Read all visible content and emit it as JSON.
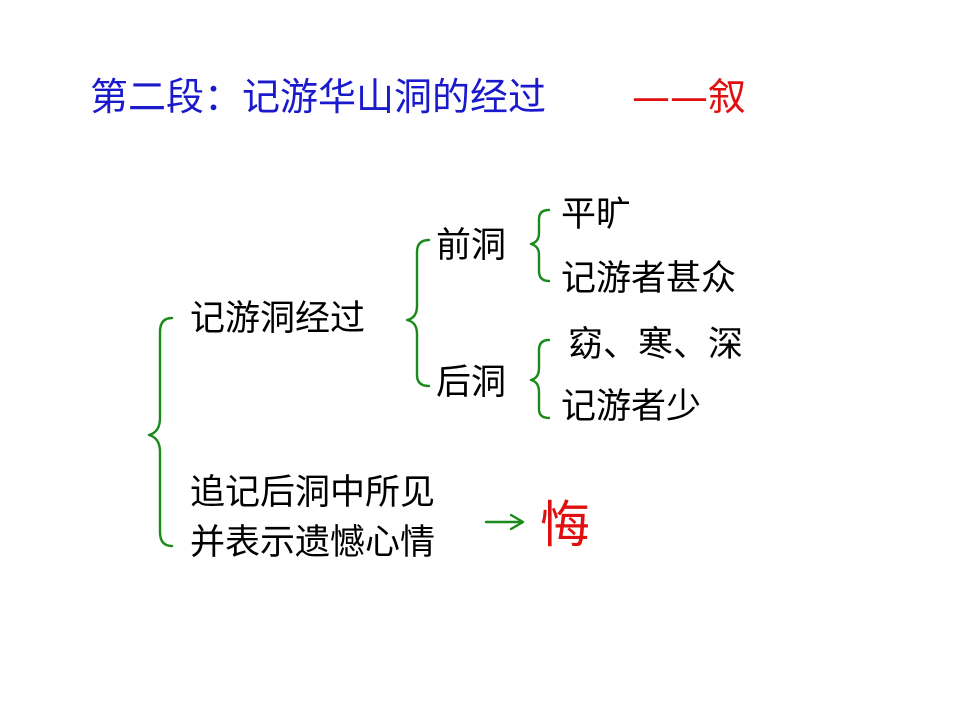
{
  "title": {
    "main": "第二段：记游华山洞的经过",
    "tag": "——叙"
  },
  "tree": {
    "branch1": {
      "label": "记游洞经过",
      "front": {
        "label": "前洞",
        "items": [
          "平旷",
          "记游者甚众"
        ]
      },
      "back": {
        "label": "后洞",
        "items": [
          "窈、寒、深",
          "记游者少"
        ]
      }
    },
    "branch2": {
      "lines": [
        "追记后洞中所见",
        "并表示遗憾心情"
      ],
      "result": "悔"
    }
  },
  "colors": {
    "title": "#1a1acc",
    "accent": "#e01010",
    "bracket": "#1a8a1a",
    "text": "#000000"
  }
}
